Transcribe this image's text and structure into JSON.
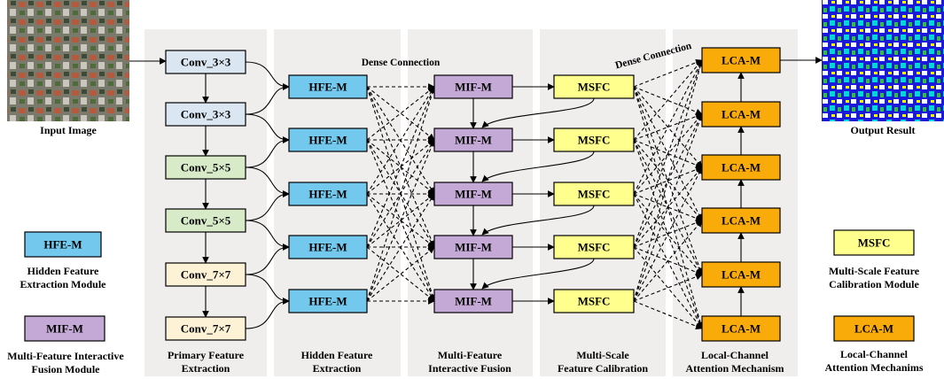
{
  "input_label": "Input Image",
  "output_label": "Output Result",
  "dense_connection_label_1": "Dense Connection",
  "dense_connection_label_2": "Dense Connection",
  "conv_blocks": [
    "Conv_3×3",
    "Conv_3×3",
    "Conv_5×5",
    "Conv_5×5",
    "Conv_7×7",
    "Conv_7×7"
  ],
  "hfe_label": "HFE-M",
  "mif_label": "MIF-M",
  "msfc_label": "MSFC",
  "lca_label": "LCA-M",
  "stage_labels": [
    [
      "Primary Feature",
      "Extraction"
    ],
    [
      "Hidden Feature",
      "Extraction"
    ],
    [
      "Multi-Feature",
      "Interactive Fusion"
    ],
    [
      "Multi-Scale",
      "Feature Calibration"
    ],
    [
      "Local-Channel",
      "Attention Mechanism"
    ]
  ],
  "legend": {
    "hfe": {
      "box": "HFE-M",
      "desc": [
        "Hidden Feature",
        "Extraction Module"
      ]
    },
    "mif": {
      "box": "MIF-M",
      "desc": [
        "Multi-Feature Interactive",
        "Fusion Module"
      ]
    },
    "msfc": {
      "box": "MSFC",
      "desc": [
        "Multi-Scale Feature",
        "Calibration Module"
      ]
    },
    "lca": {
      "box": "LCA-M",
      "desc": [
        "Local-Channel",
        "Attention Mechanims"
      ]
    }
  },
  "colors": {
    "panel": "#f0eded",
    "conv3": "#dae6f2",
    "conv5": "#d7ebc8",
    "conv7": "#fdf2d6",
    "hfe": "#72c8ed",
    "mif": "#c4a9d6",
    "msfc": "#ffff8e",
    "lca": "#f9ab0a"
  }
}
